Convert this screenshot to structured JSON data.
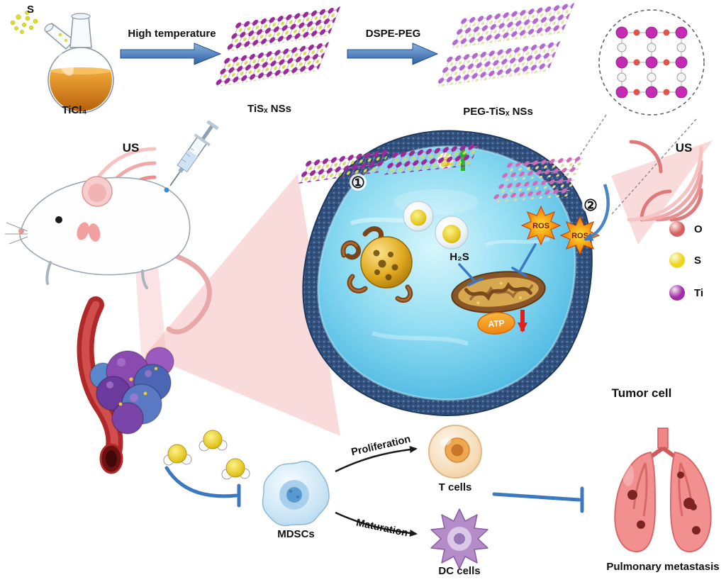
{
  "synthesis": {
    "s_label": "S",
    "flask_label": "TiCl₄",
    "step1_arrow": "High temperature",
    "product1": "TiSₓ NSs",
    "step2_arrow": "DSPE-PEG",
    "product2": "PEG-TiSₓ NSs"
  },
  "ultrasound": {
    "left": "US",
    "right": "US"
  },
  "cell": {
    "step1": "①",
    "step2": "②",
    "h2s": "H₂S",
    "ros": "ROS",
    "atp": "ATP",
    "title": "Tumor cell"
  },
  "legend": {
    "items": [
      {
        "label": "O",
        "color": "#d85f5f"
      },
      {
        "label": "S",
        "color": "#eed51d"
      },
      {
        "label": "Ti",
        "color": "#a12ca5"
      }
    ]
  },
  "immune": {
    "mdsc": "MDSCs",
    "proliferation": "Proliferation",
    "t_cells": "T cells",
    "maturation": "Maturation",
    "dc_cells": "DC cells",
    "metastasis": "Pulmonary metastasis"
  }
}
